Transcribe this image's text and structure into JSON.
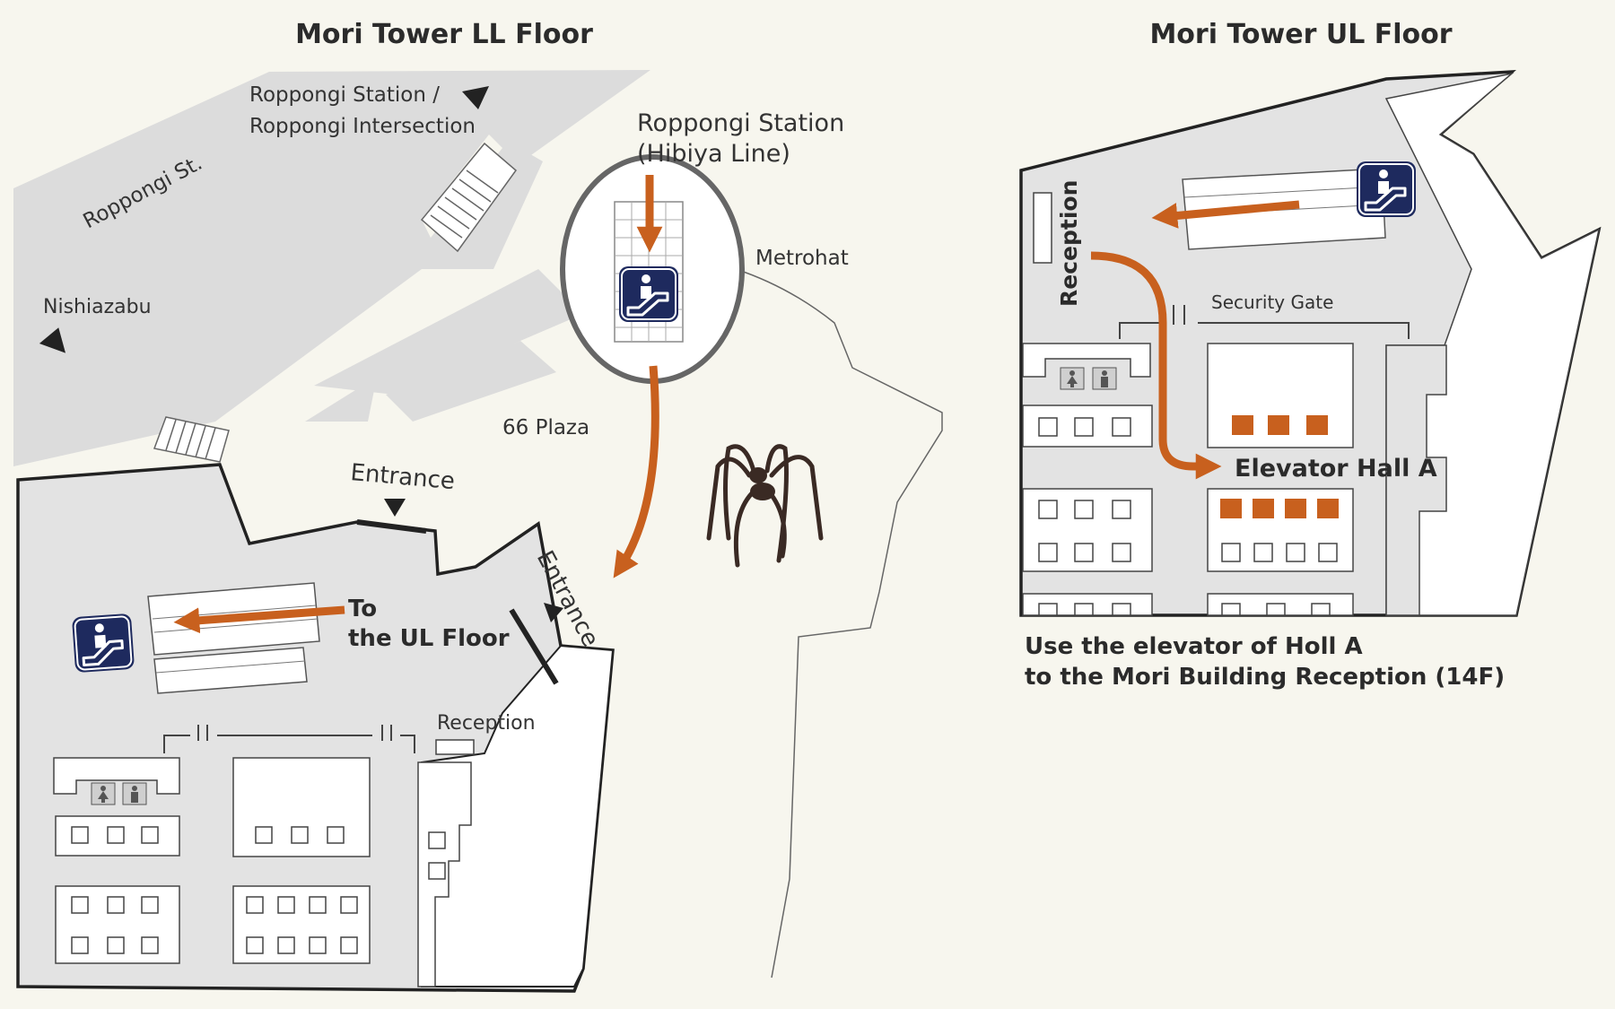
{
  "ll_floor": {
    "title": "Mori Tower LL Floor",
    "labels": {
      "station_line1": "Roppongi Station /",
      "station_line2": "Roppongi Intersection",
      "street": "Roppongi St.",
      "nishiazabu": "Nishiazabu",
      "hibiya_line1": "Roppongi Station",
      "hibiya_line2": "(Hibiya Line)",
      "metrohat": "Metrohat",
      "plaza": "66 Plaza",
      "entrance_top": "Entrance",
      "entrance_side": "Entrance",
      "to_ul_line1": "To",
      "to_ul_line2": "the UL Floor",
      "reception": "Reception"
    }
  },
  "ul_floor": {
    "title": "Mori Tower UL Floor",
    "labels": {
      "reception": "Reception",
      "security_gate": "Security Gate",
      "elevator_hall": "Elevator Hall A",
      "note_line1": "Use the elevator of Holl A",
      "note_line2": "to the Mori Building Reception (14F)"
    }
  },
  "icons": [
    "escalator-icon",
    "restroom-icon",
    "direction-arrow-icon",
    "spider-sculpture-icon"
  ],
  "colors": {
    "route": "#c8601e",
    "escalator_sign": "#1e2a5e",
    "building_fill": "#e3e3e3",
    "road_fill": "#dcdcdc",
    "background": "#f7f6ee"
  }
}
